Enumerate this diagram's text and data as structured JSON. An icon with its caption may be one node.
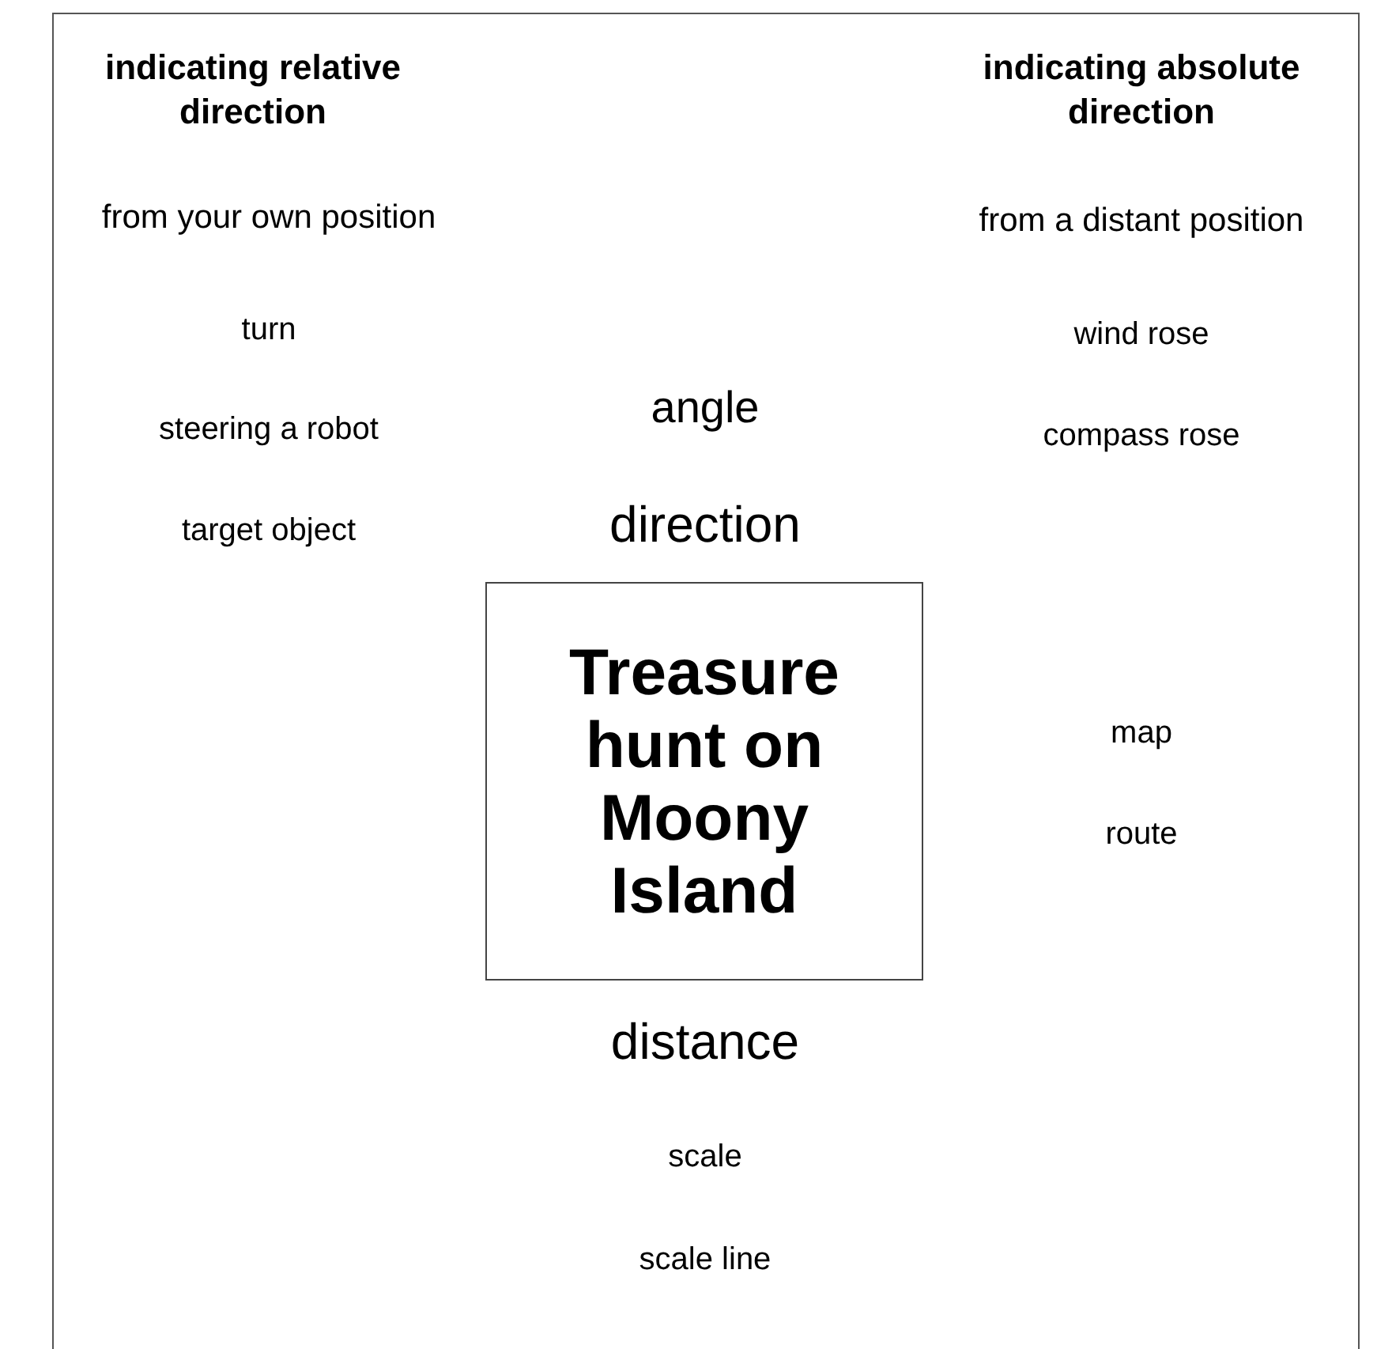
{
  "diagram": {
    "nodes": [
      {
        "text": [
          "Treasure hunt on Moony Island"
        ]
      }
    ],
    "labels": [
      "indicating relative direction",
      "indicating absolute direction",
      "from your own position",
      "from a distant position",
      "turn",
      "wind rose",
      "angle",
      "steering a robot",
      "compass rose",
      "target object",
      "direction",
      "map",
      "route",
      "distance",
      "scale",
      "scale line"
    ]
  }
}
